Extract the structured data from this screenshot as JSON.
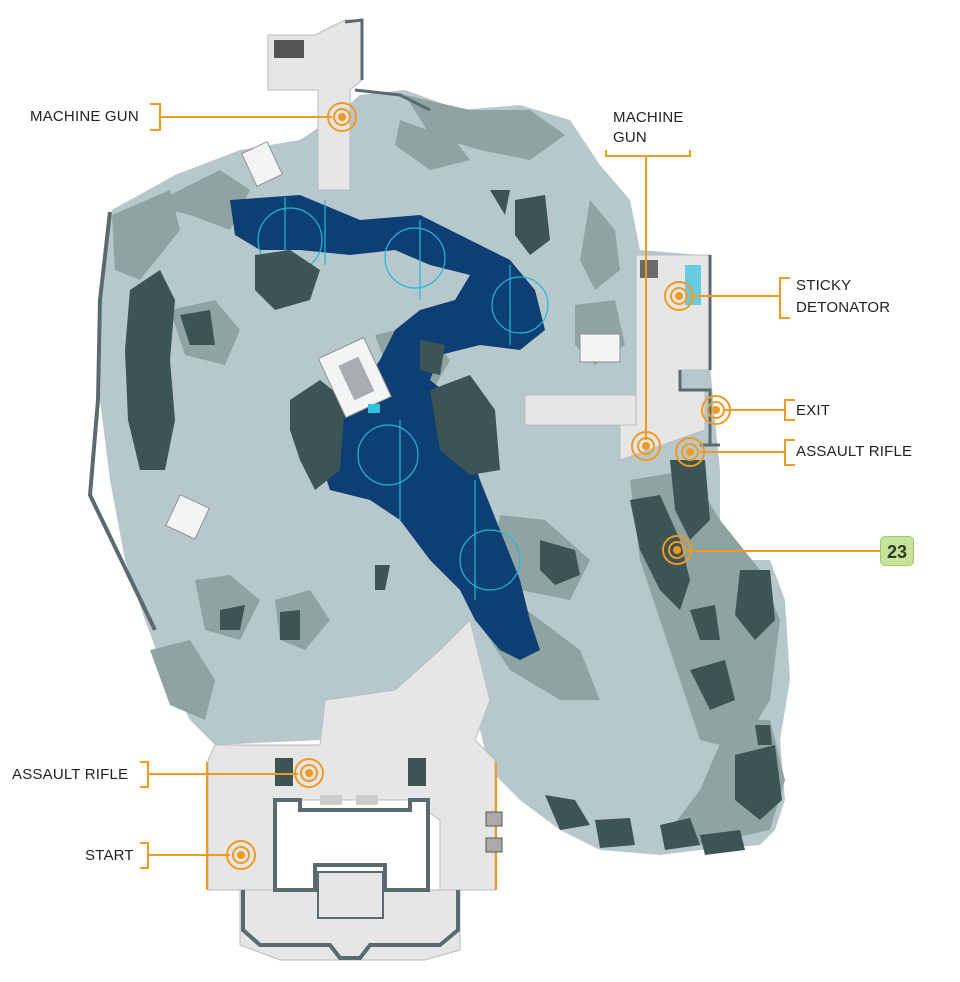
{
  "markers": [
    {
      "id": "machine-gun-top",
      "label": "MACHINE GUN"
    },
    {
      "id": "machine-gun-right",
      "label_lines": [
        "MACHINE",
        "GUN"
      ]
    },
    {
      "id": "sticky-detonator",
      "label_lines": [
        "STICKY",
        "DETONATOR"
      ]
    },
    {
      "id": "exit",
      "label": "EXIT"
    },
    {
      "id": "assault-rifle-right",
      "label": "ASSAULT RIFLE"
    },
    {
      "id": "waypoint",
      "label": "23"
    },
    {
      "id": "assault-rifle-left",
      "label": "ASSAULT RIFLE"
    },
    {
      "id": "start",
      "label": "START"
    }
  ],
  "colors": {
    "background": "#ffffff",
    "terrain": "#b7c8cc",
    "rock_outcrop": "#8fa3a3",
    "rock": "#3c5453",
    "water": "#0d3f74",
    "water_rings": "#22b7d9",
    "concrete": "#e6e6e6",
    "wall": "#5a6b70",
    "marker": "#f29a1f",
    "badge": "#c6e39a"
  },
  "icons": [
    "target-ring-icon",
    "vehicle-icon",
    "crate-icon"
  ]
}
